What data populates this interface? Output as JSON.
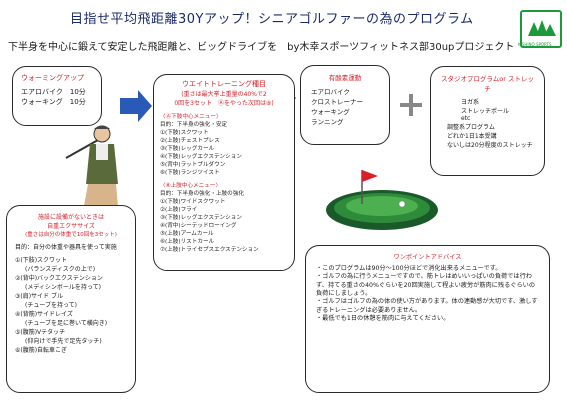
{
  "header": {
    "title": "目指せ平均飛距離30Yアップ！シニアゴルファーの為のプログラム",
    "subtitle": "下半身を中心に鍛えて安定した飛距離と、ビッグドライブを　by木幸スポーツフィットネス部30upプロジェクト",
    "logo_text": "KISHINO SPORTS"
  },
  "warmup": {
    "heading": "ウォーミングアップ",
    "items": [
      "エアロバイク　10分",
      "ウォーキング　10分"
    ]
  },
  "weight": {
    "heading": "ウエイトトレーニング種目",
    "sub1": "(重さは最大挙上重量の40%で2",
    "sub2": "0回を3セット　Ⓐをやった次回は⑧)",
    "lower_heading": "〈Ⓐ下肢中心メニュー〉",
    "lower_purpose": "目的：下半身の強化・安定",
    "lower_items": [
      "①(下肢)スクワット",
      "②(上肢)チェストプレス",
      "③(下肢)レッグカール",
      "④(下肢)レッグエクステンション",
      "⑤(背中)ラットプルダウン",
      "⑥(下肢)ランジツイスト"
    ],
    "upper_heading": "〈⑧上肢中心メニュー〉",
    "upper_purpose": "目的：下半身の強化・上肢の強化",
    "upper_items": [
      "①(下肢)ワイドスクワット",
      "②(上肢)フライ",
      "③(下肢)レッグエクステンション",
      "④(背中)シーテッドローイング",
      "⑤(上肢)アームカール",
      "⑥(上肢)リストカール",
      "⑦(上肢)トライセプスエクステンション"
    ]
  },
  "aerobic": {
    "heading": "有酸素運動",
    "items": [
      "エアロバイク",
      "クロストレーナー",
      "ウォーキング",
      "ランニング"
    ]
  },
  "studio": {
    "heading": "スタジオプログラムor ストレッチ",
    "items": [
      "ヨガ系",
      "ストレッチポール",
      "etc",
      "調整系プログラム",
      "どれか1日1本受講",
      "ないしは20分程度のストレッチ"
    ]
  },
  "partner": {
    "heading": "施設に設備がないときは",
    "heading2": "自重エクササイズ",
    "heading3": "(重さは自分の体重で10回を3セット)",
    "purpose": "目的：自分の体重や器具を使って実施",
    "items": [
      "①(下肢)スクワット",
      "(バランスディスクの上で)",
      "②(背中)バックエクステンション",
      "(メディシンボールを持って)",
      "③(肩)サイド ブル",
      "(チューブを持って)",
      "④(背筋)サイドレイズ",
      "(チューブを足に巻いて横向き)",
      "⑤(腹筋)Vテタッチ",
      "(仰向けで手先で足先タッチ)",
      "⑥(腹筋)自転車こぎ"
    ]
  },
  "advice": {
    "heading": "ワンポイントアドバイス",
    "paragraphs": [
      "・このプログラムは90分～100分ほどで消化出来るメニューです。",
      "・ゴルフの為に行うメニューですので、筋トレはめいいっぱいの負荷では行わず、持てる重さの40%ぐらいを20回実施して程よい疲労が筋肉に残るぐらいの負荷にしましょう。",
      "・ゴルフはゴルフの為の体の使い方があります。体の連動感が大切です、激しすぎるトレーニングは必要ありません。",
      "・最低でも1日の休憩を筋肉に与えてください。"
    ]
  },
  "colors": {
    "arrow_blue": "#2a5ab8",
    "title_navy": "#1a2a6c",
    "accent_red": "#d8202a",
    "accent_green": "#1a8a3a",
    "golf_green": "#2e8b3a"
  }
}
